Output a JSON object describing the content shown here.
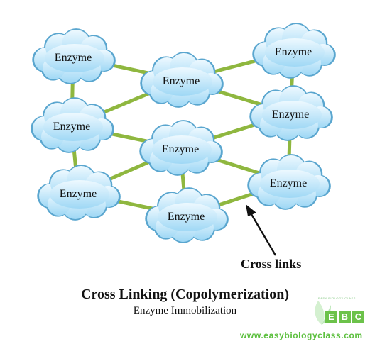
{
  "clouds": [
    {
      "label": "Enzyme"
    },
    {
      "label": "Enzyme"
    },
    {
      "label": "Enzyme"
    },
    {
      "label": "Enzyme"
    },
    {
      "label": "Enzyme"
    },
    {
      "label": "Enzyme"
    },
    {
      "label": "Enzyme"
    },
    {
      "label": "Enzyme"
    },
    {
      "label": "Enzyme"
    },
    {
      "label": "Enzyme"
    }
  ],
  "arrow_label": "Cross links",
  "title": "Cross Linking (Copolymerization)",
  "subtitle": "Enzyme Immobilization",
  "logo": {
    "tagline": "EASY BIOLOGY CLASS",
    "letters": [
      "E",
      "B",
      "C"
    ],
    "website": "www.easybiologyclass.com"
  },
  "colors": {
    "cloud_fill_top": "#eef9ff",
    "cloud_fill_bottom": "#9fd8f5",
    "cloud_stroke": "#5aa6cf",
    "link": "#8fb73f",
    "logo_green": "#5bbf3d"
  }
}
